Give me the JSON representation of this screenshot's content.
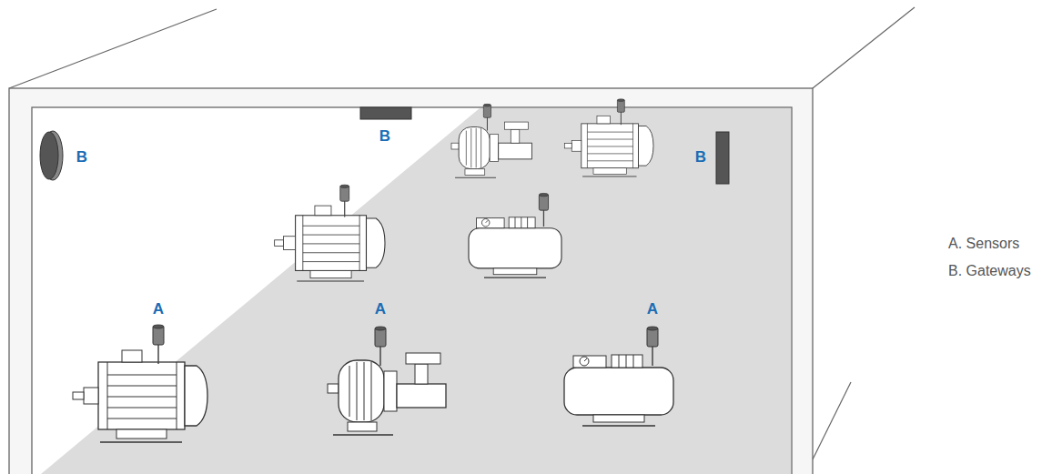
{
  "diagram": {
    "labels": [
      "B",
      "B",
      "B",
      "A",
      "A",
      "A",
      "A. Sensors",
      "B. Gateways"
    ]
  }
}
